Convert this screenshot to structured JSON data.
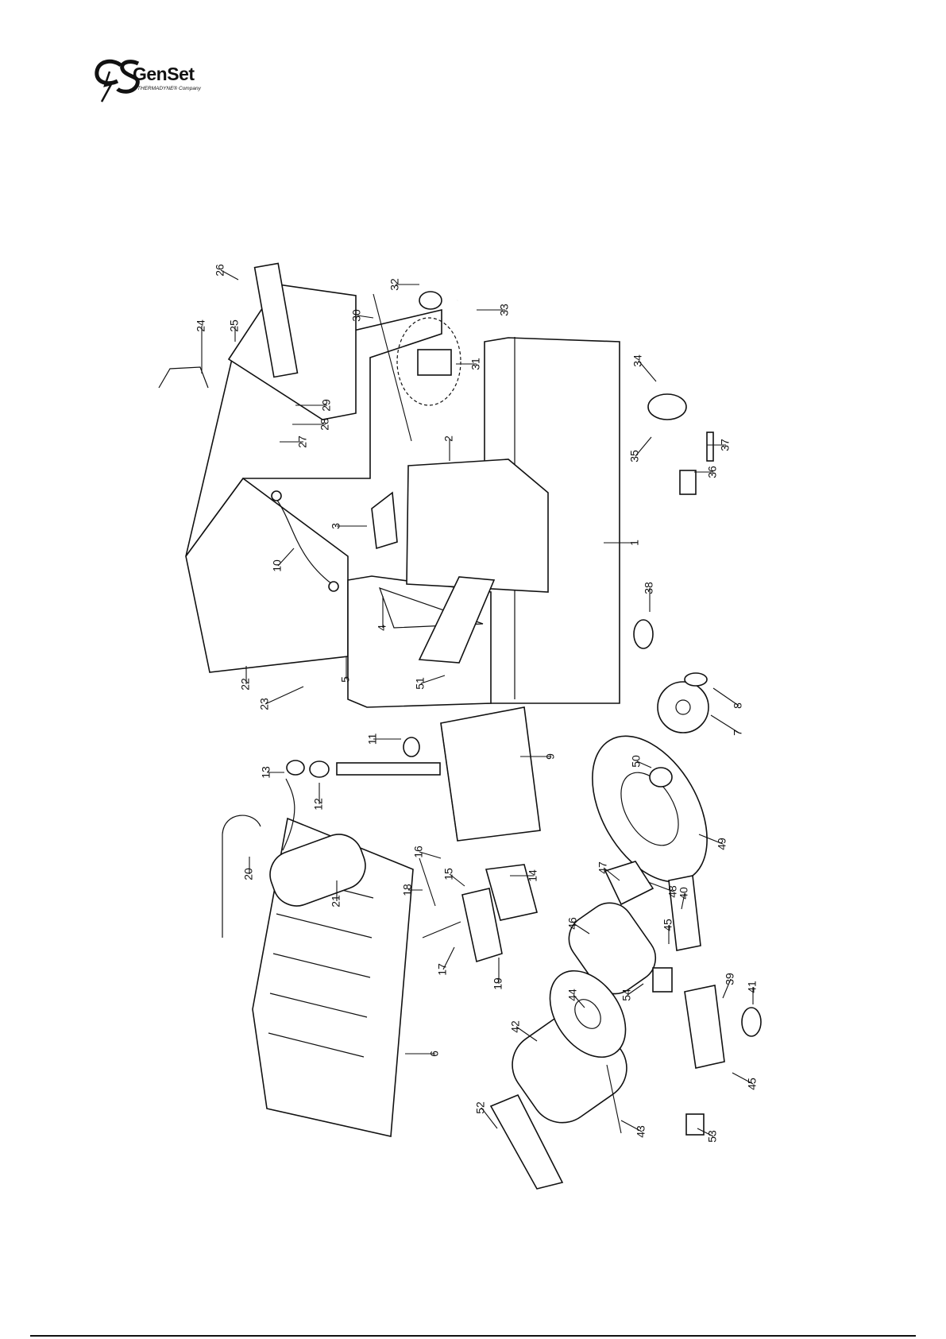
{
  "header": {
    "logo_initials": "CS",
    "brand": "GenSet",
    "tagline": "A THERMADYNE® Company"
  },
  "callouts": [
    {
      "id": "1",
      "label": "1"
    },
    {
      "id": "2",
      "label": "2"
    },
    {
      "id": "3",
      "label": "3"
    },
    {
      "id": "4",
      "label": "4"
    },
    {
      "id": "5",
      "label": "5"
    },
    {
      "id": "6",
      "label": "6"
    },
    {
      "id": "7",
      "label": "7"
    },
    {
      "id": "8",
      "label": "8"
    },
    {
      "id": "9",
      "label": "9"
    },
    {
      "id": "10",
      "label": "10"
    },
    {
      "id": "11",
      "label": "11"
    },
    {
      "id": "12",
      "label": "12"
    },
    {
      "id": "13",
      "label": "13"
    },
    {
      "id": "14",
      "label": "14"
    },
    {
      "id": "15",
      "label": "15"
    },
    {
      "id": "16",
      "label": "16"
    },
    {
      "id": "17",
      "label": "17"
    },
    {
      "id": "18",
      "label": "18"
    },
    {
      "id": "19",
      "label": "19"
    },
    {
      "id": "20",
      "label": "20"
    },
    {
      "id": "21",
      "label": "21"
    },
    {
      "id": "22",
      "label": "22"
    },
    {
      "id": "23",
      "label": "23"
    },
    {
      "id": "24",
      "label": "24"
    },
    {
      "id": "25",
      "label": "25"
    },
    {
      "id": "26",
      "label": "26"
    },
    {
      "id": "27",
      "label": "27"
    },
    {
      "id": "28",
      "label": "28"
    },
    {
      "id": "29",
      "label": "29"
    },
    {
      "id": "30",
      "label": "30"
    },
    {
      "id": "31",
      "label": "31"
    },
    {
      "id": "32",
      "label": "32"
    },
    {
      "id": "33",
      "label": "33"
    },
    {
      "id": "34",
      "label": "34"
    },
    {
      "id": "35",
      "label": "35"
    },
    {
      "id": "36",
      "label": "36"
    },
    {
      "id": "37",
      "label": "37"
    },
    {
      "id": "38",
      "label": "38"
    },
    {
      "id": "39",
      "label": "39"
    },
    {
      "id": "40",
      "label": "40"
    },
    {
      "id": "41",
      "label": "41"
    },
    {
      "id": "42",
      "label": "42"
    },
    {
      "id": "43",
      "label": "43"
    },
    {
      "id": "44",
      "label": "44"
    },
    {
      "id": "45a",
      "label": "45"
    },
    {
      "id": "45b",
      "label": "45"
    },
    {
      "id": "46",
      "label": "46"
    },
    {
      "id": "47",
      "label": "47"
    },
    {
      "id": "48",
      "label": "48"
    },
    {
      "id": "49",
      "label": "49"
    },
    {
      "id": "50",
      "label": "50"
    },
    {
      "id": "51",
      "label": "51"
    },
    {
      "id": "52",
      "label": "52"
    },
    {
      "id": "53",
      "label": "53"
    },
    {
      "id": "54",
      "label": "54"
    }
  ]
}
